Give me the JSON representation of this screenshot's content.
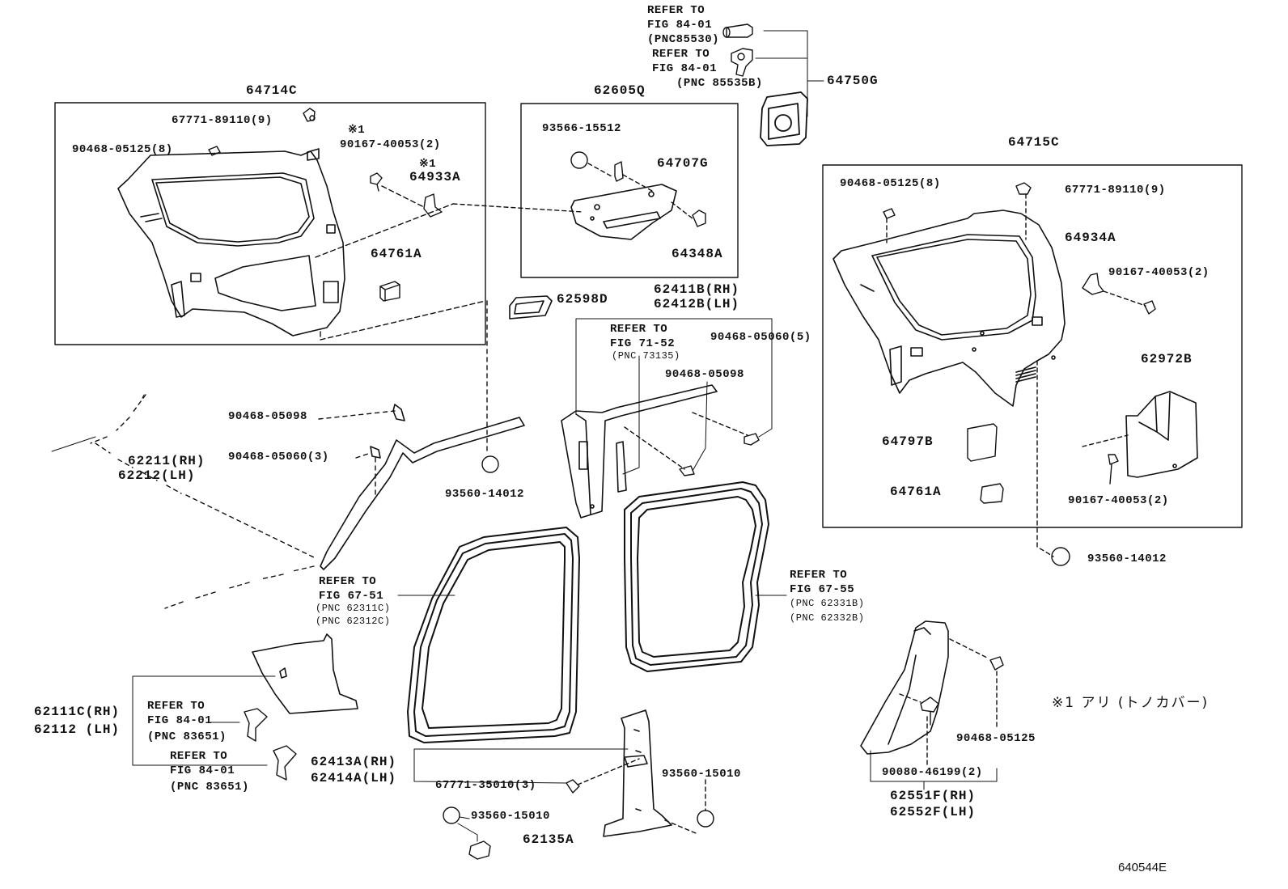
{
  "callouts": {
    "p64714C": "64714C",
    "p67771_89110_l": "67771-89110(9)",
    "mark1_a": "※1",
    "p90167_40053_l": "90167-40053(2)",
    "p90468_05125_l": "90468-05125(8)",
    "mark1_b": "※1",
    "p64933A": "64933A",
    "p64761A_l": "64761A",
    "r84_a1": "REFER TO",
    "r84_a2": "FIG 84-01",
    "r84_a3": "(PNC85530)",
    "r84_b1": "REFER TO",
    "r84_b2": "FIG 84-01",
    "r84_b3": "(PNC 85535B)",
    "p64750G": "64750G",
    "p62605Q": "62605Q",
    "p93566_15512": "93566-15512",
    "p64707G": "64707G",
    "p64348A": "64348A",
    "p64715C": "64715C",
    "p90468_05125_r": "90468-05125(8)",
    "p67771_89110_r": "67771-89110(9)",
    "p64934A": "64934A",
    "p90167_40053_r1": "90167-40053(2)",
    "p62972B": "62972B",
    "p64797B": "64797B",
    "p64761A_r": "64761A",
    "p90167_40053_r2": "90167-40053(2)",
    "p93560_14012_r": "93560-14012",
    "p62598D": "62598D",
    "p62411B": "62411B(RH)",
    "p62412B": "62412B(LH)",
    "r71_1": "REFER TO",
    "r71_2": "FIG 71-52",
    "r71_3": "(PNC 73135)",
    "p90468_05060_5": "90468-05060(5)",
    "p90468_05098_m": "90468-05098",
    "p90468_05098_l": "90468-05098",
    "p90468_05060_3": "90468-05060(3)",
    "p62211": "62211(RH)",
    "p62212": "62212(LH)",
    "p93560_14012_m": "93560-14012",
    "r6751_1": "REFER TO",
    "r6751_2": "FIG 67-51",
    "r6751_3": "(PNC 62311C)",
    "r6751_4": "(PNC 62312C)",
    "r6755_1": "REFER TO",
    "r6755_2": "FIG 67-55",
    "r6755_3": "(PNC 62331B)",
    "r6755_4": "(PNC 62332B)",
    "p62111C": "62111C(RH)",
    "p62112": "62112 (LH)",
    "r8436_1": "REFER TO",
    "r8436_2": "FIG 84-01",
    "r8436_3": "(PNC 83651)",
    "r8465_1": "REFER TO",
    "r8465_2": "FIG 84-01",
    "r8465_3": "(PNC 83651)",
    "p62413A": "62413A(RH)",
    "p62414A": "62414A(LH)",
    "p67771_35010": "67771-35010(3)",
    "p93560_15010_r": "93560-15010",
    "p93560_15010_l": "93560-15010",
    "p62135A": "62135A",
    "p90468_05125_b": "90468-05125",
    "p90080_46199": "90080-46199(2)",
    "p62551F": "62551F(RH)",
    "p62552F": "62552F(LH)",
    "note_jp": "※1 アリ (トノカバー)",
    "illus_code": "640544E"
  },
  "colors": {
    "line": "#111111",
    "background": "#ffffff"
  }
}
